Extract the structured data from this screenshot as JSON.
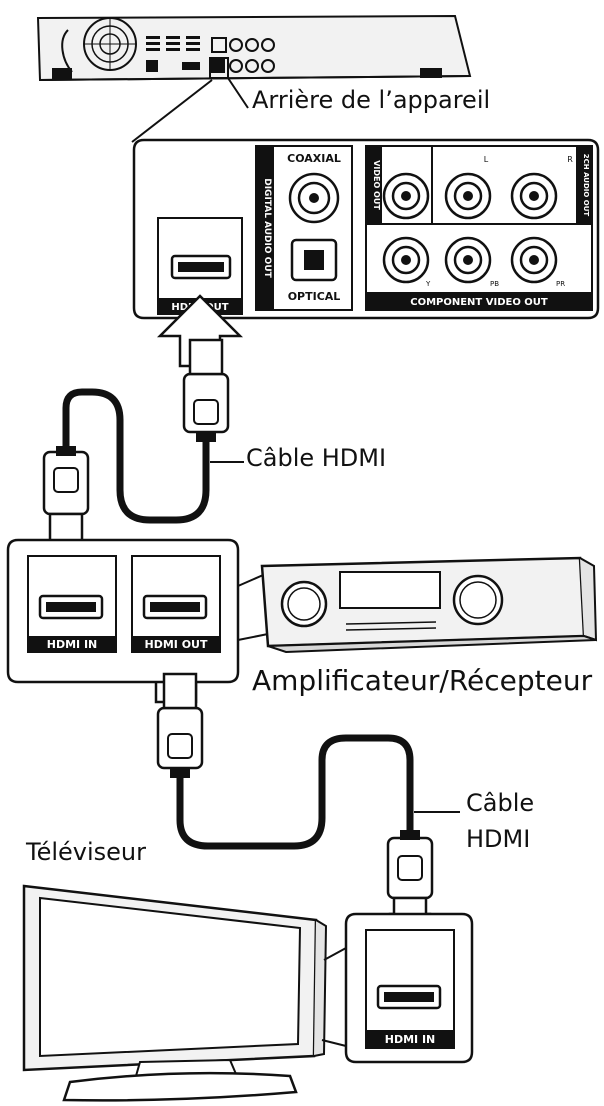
{
  "labels": {
    "device_back": "Arrière de l’appareil",
    "hdmi_cable_1": "Câble HDMI",
    "amplifier": "Amplificateur/Récepteur",
    "hdmi_cable_2_line1": "Câble",
    "hdmi_cable_2_line2": "HDMI",
    "tv": "Téléviseur"
  },
  "device_panel": {
    "coaxial": "COAXIAL",
    "optical": "OPTICAL",
    "digital_audio_out": "DIGITAL AUDIO OUT",
    "video_out": "VIDEO OUT",
    "two_ch_audio_out": "2CH AUDIO OUT",
    "left": "L",
    "right": "R",
    "y": "Y",
    "pb": "PB",
    "pr": "PR",
    "component_video_out": "COMPONENT VIDEO OUT",
    "hdmi_out": "HDMI OUT"
  },
  "amp_panel": {
    "hdmi_in": "HDMI IN",
    "hdmi_out": "HDMI OUT"
  },
  "tv_panel": {
    "hdmi_in": "HDMI IN"
  },
  "colors": {
    "line": "#111111",
    "panel_fill": "#ffffff",
    "label_bar": "#111111",
    "label_text": "#ffffff",
    "device_fill": "#f2f2f2"
  }
}
